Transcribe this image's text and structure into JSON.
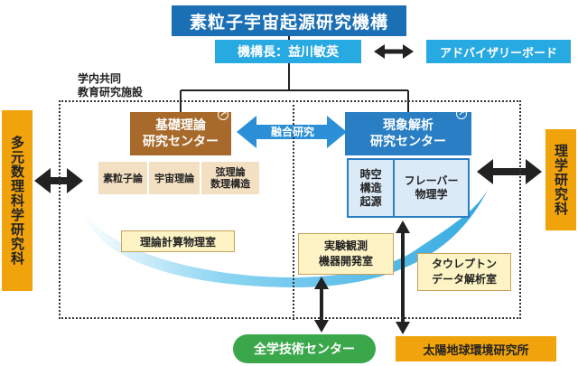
{
  "header": {
    "title": "素粒子宇宙起源研究機構",
    "director": "機構長：益川敏英",
    "advisory_board": "アドバイザリーボード"
  },
  "facility_label": "学内共同\n教育研究施設",
  "left_partner": "多元数理科学研究科",
  "right_partner": "理学研究科",
  "theory_center": {
    "title": "基礎理論\n研究センター",
    "fields": [
      "素粒子論",
      "宇宙理論",
      "弦理論\n数理構造"
    ]
  },
  "fusion_label": "融合研究",
  "phenomena_center": {
    "title": "現象解析\n研究センター",
    "fields": [
      "時空\n構造\n起源",
      "フレーバー\n物理学"
    ]
  },
  "labs": {
    "theory_computing": "理論計算物理室",
    "experiment_devices": "実験観測\n機器開発室",
    "tau_lepton": "タウレプトン\nデータ解析室"
  },
  "bottom": {
    "tech_center": "全学技術センター",
    "solar_institute": "太陽地球環境研究所"
  },
  "colors": {
    "title_blue": "#1a6fb5",
    "light_blue": "#27a9e1",
    "orange": "#f0a30a",
    "brown": "#a86a2a",
    "green": "#3aa84a"
  }
}
